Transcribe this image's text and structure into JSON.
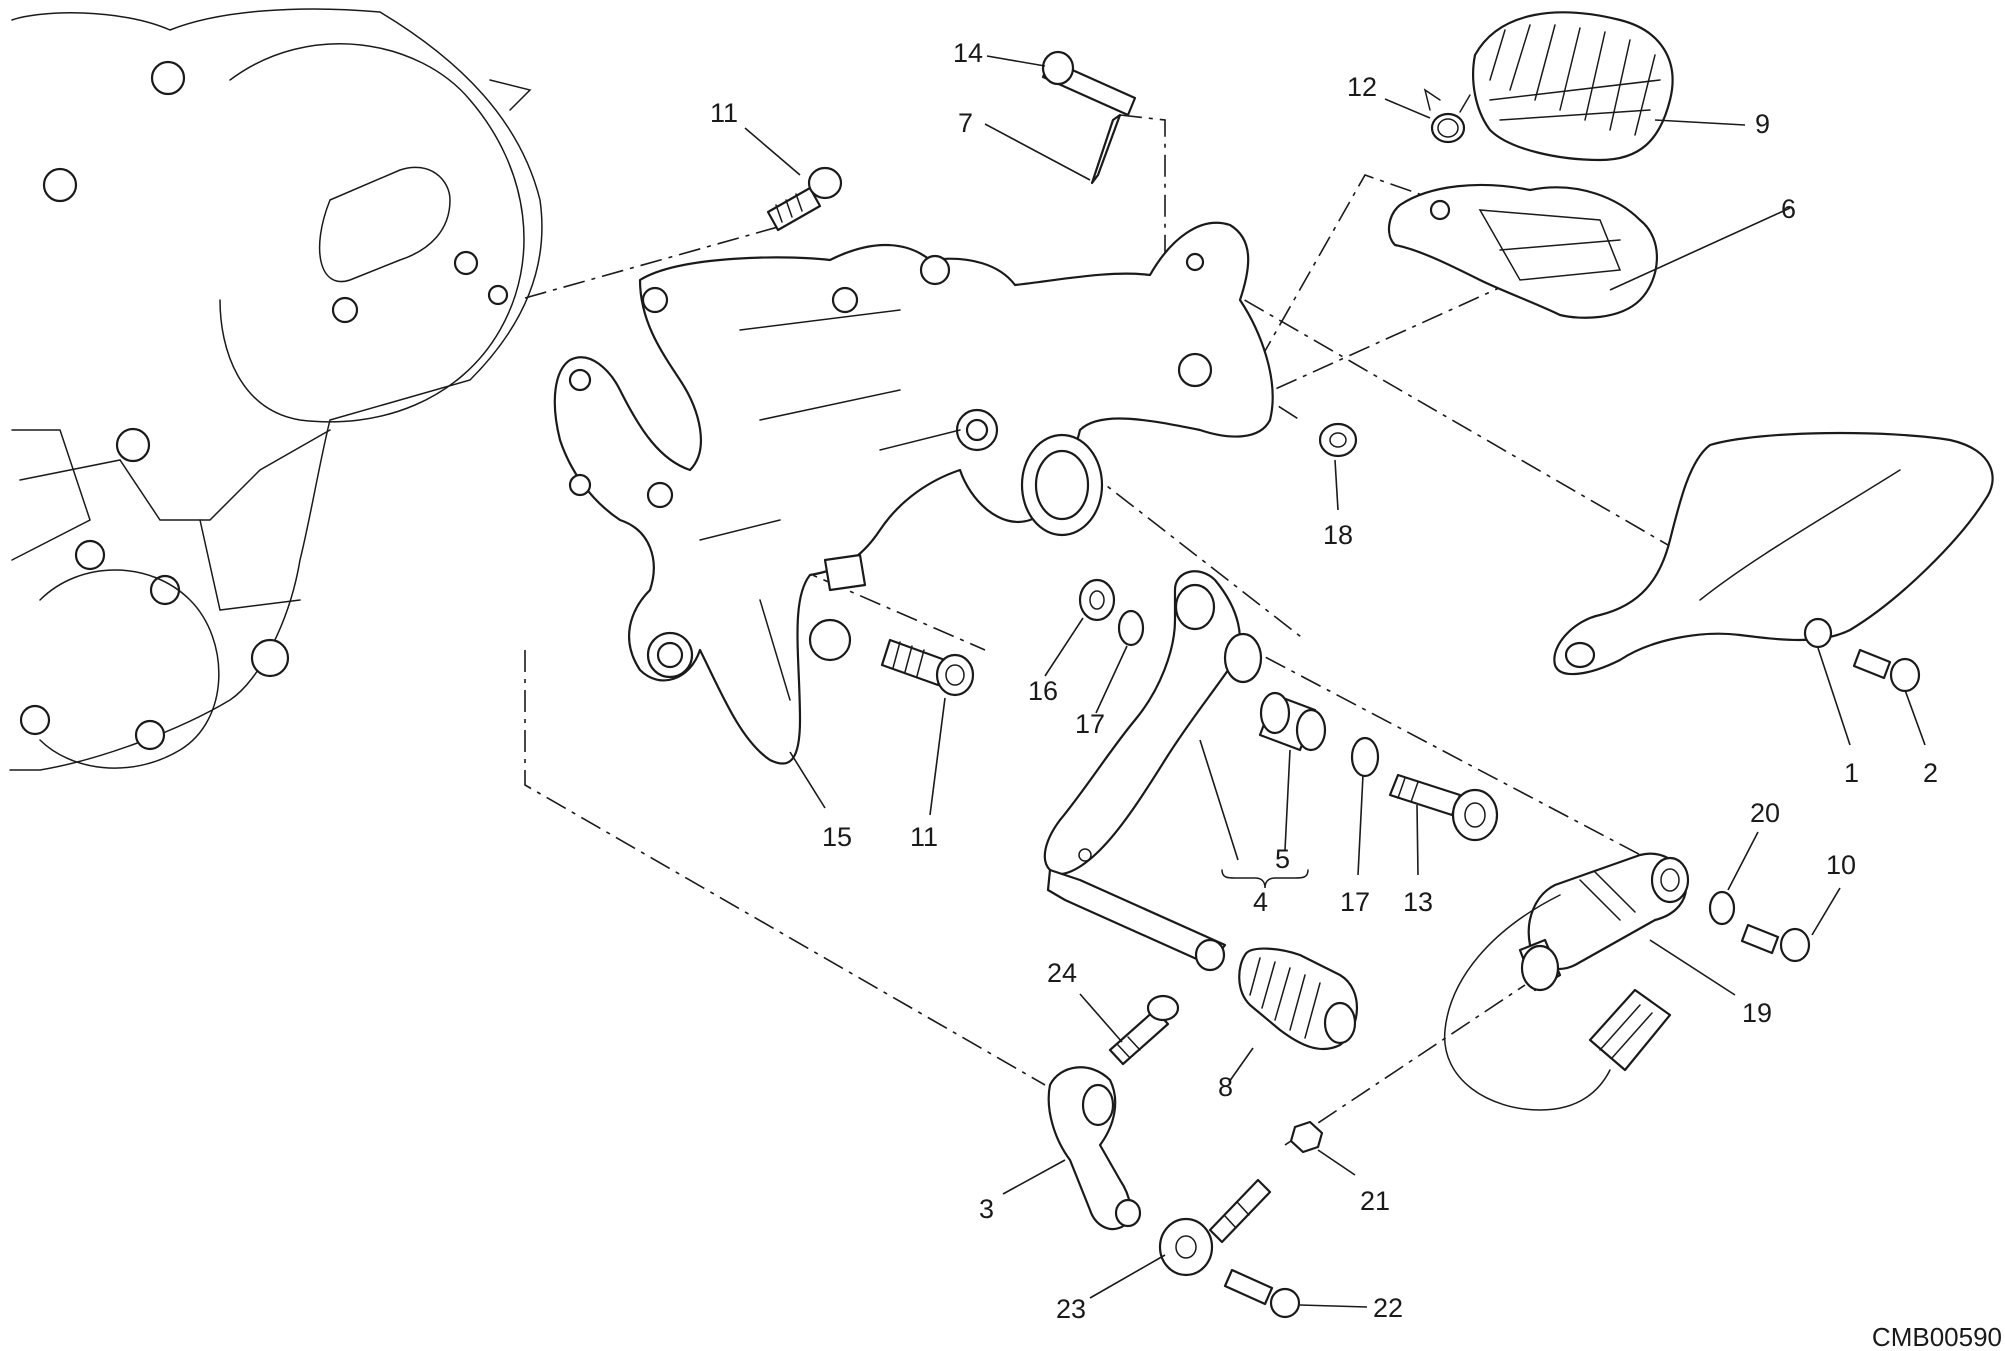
{
  "drawing_code": "CMB00590",
  "callouts": {
    "c1": "1",
    "c2": "2",
    "c3": "3",
    "c4": "4",
    "c5": "5",
    "c6": "6",
    "c7": "7",
    "c8": "8",
    "c9": "9",
    "c10": "10",
    "c11a": "11",
    "c11b": "11",
    "c12": "12",
    "c13": "13",
    "c14": "14",
    "c15": "15",
    "c16": "16",
    "c17a": "17",
    "c17b": "17",
    "c18": "18",
    "c19": "19",
    "c20": "20",
    "c21": "21",
    "c22": "22",
    "c23": "23",
    "c24": "24"
  }
}
